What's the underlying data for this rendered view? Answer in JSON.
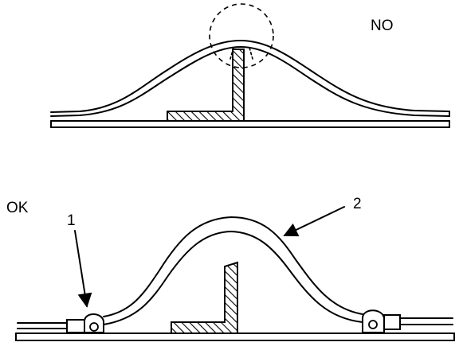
{
  "top_panel": {
    "status_label": "NO"
  },
  "bottom_panel": {
    "status_label": "OK",
    "callouts": [
      {
        "number": "1"
      },
      {
        "number": "2"
      }
    ]
  }
}
